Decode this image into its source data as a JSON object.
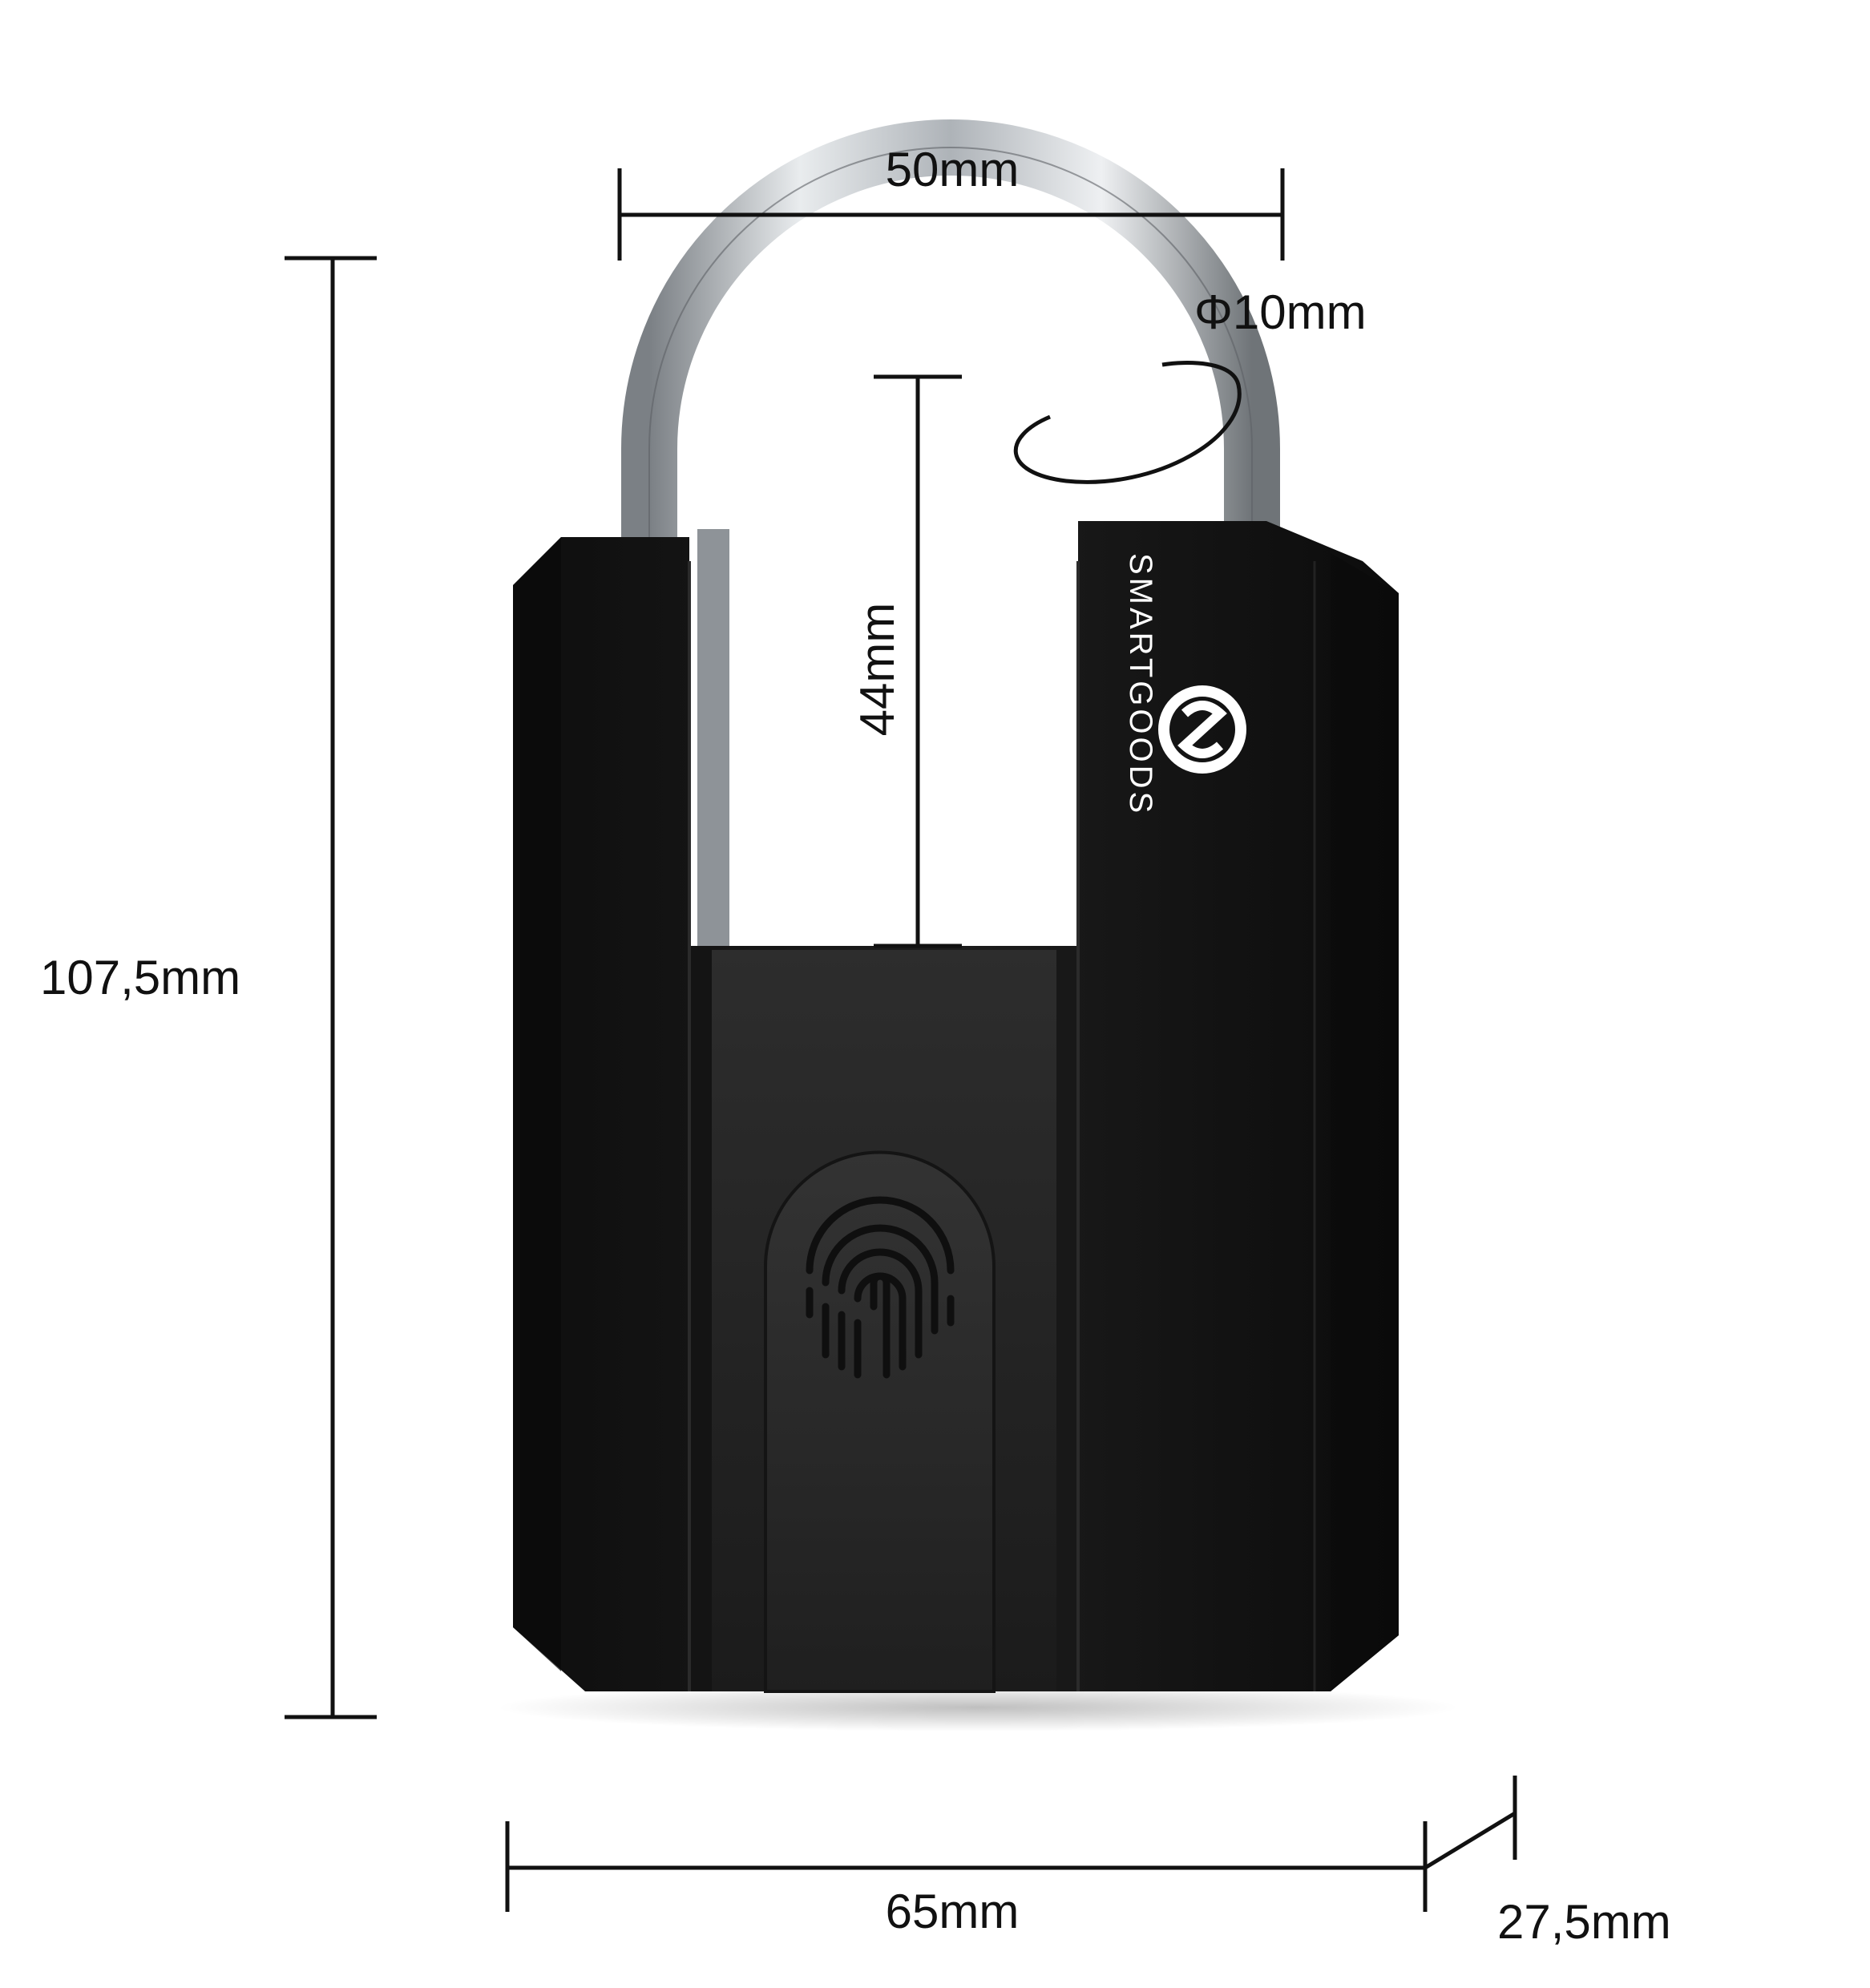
{
  "dimensions": {
    "shackle_width": "50mm",
    "shackle_diameter": "Φ10mm",
    "shackle_clearance": "44mm",
    "total_height": "107,5mm",
    "body_width": "65mm",
    "body_depth": "27,5mm"
  },
  "brand": {
    "name": "SMARTGOODS"
  },
  "colors": {
    "body": "#161616",
    "body_dark": "#0b0b0b",
    "body_edge": "#2a2a2a",
    "shackle": "#c9cdd1",
    "dimension_line": "#111111",
    "logo": "#ffffff"
  },
  "icons": {
    "fingerprint": "fingerprint-icon",
    "logo": "smartgoods-logo-icon"
  }
}
